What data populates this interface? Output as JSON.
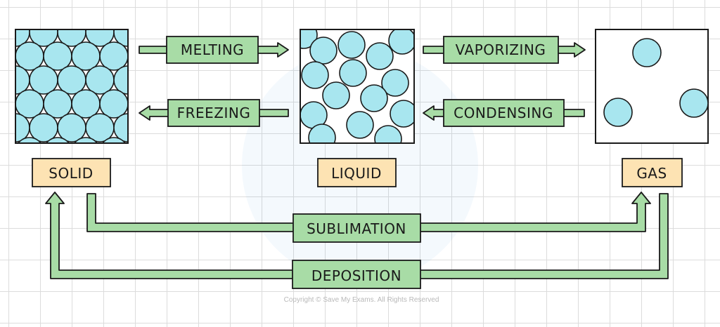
{
  "processes": {
    "melting": "MELTING",
    "freezing": "FREEZING",
    "vaporizing": "VAPORIZING",
    "condensing": "CONDENSING",
    "sublimation": "SUBLIMATION",
    "deposition": "DEPOSITION"
  },
  "states": {
    "solid": "SOLID",
    "liquid": "LIQUID",
    "gas": "GAS"
  },
  "copyright": "Copyright © Save My Exams. All Rights Reserved",
  "colors": {
    "particle_fill": "#a8e6ef",
    "process_box": "#a8dca6",
    "state_box": "#fde3b3",
    "outline": "#1a1a1a"
  }
}
